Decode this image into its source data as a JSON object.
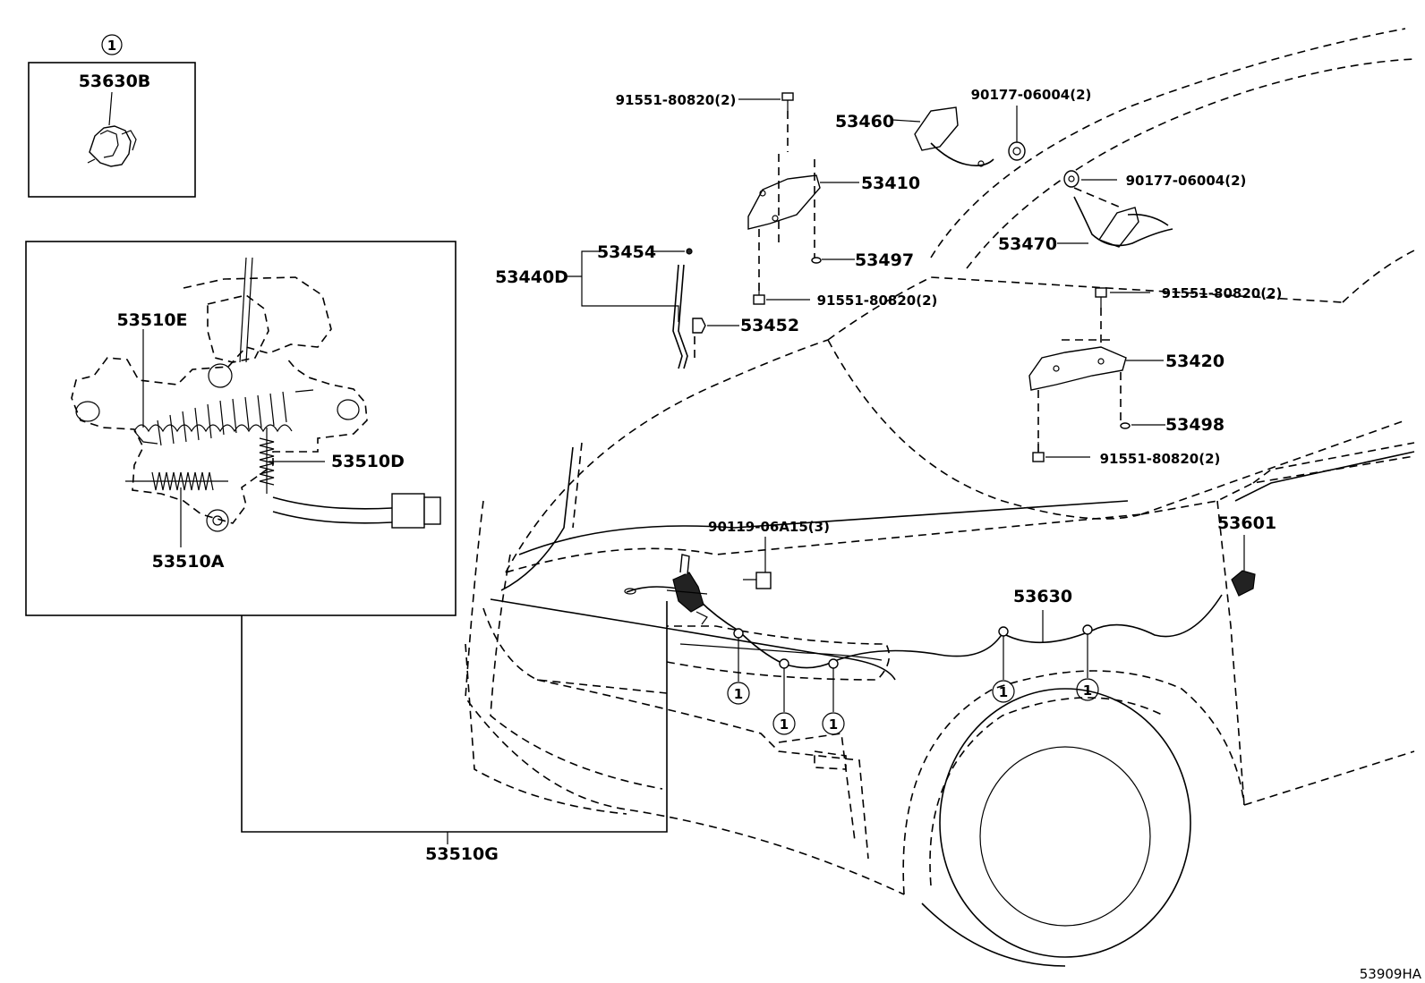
{
  "callout_symbol": "1",
  "inset_clip": {
    "circle": "1",
    "label": "53630B"
  },
  "inset_lock": {
    "label_e": "53510E",
    "label_d": "53510D",
    "label_a": "53510A"
  },
  "labels": {
    "p53510G": "53510G",
    "bolt_hood_top": "91551-80820(2)",
    "p53460": "53460",
    "nut_53460": "90177-06004(2)",
    "p53410": "53410",
    "nut_right": "90177-06004(2)",
    "p53454": "53454",
    "p53440D": "53440D",
    "p53497": "53497",
    "p53470": "53470",
    "bolt_53410_low": "91551-80820(2)",
    "bolt_53420_top": "91551-80820(2)",
    "p53452": "53452",
    "p53420": "53420",
    "p53498": "53498",
    "bolt_53420_low": "91551-80820(2)",
    "screw": "90119-06A15(3)",
    "p53601": "53601",
    "p53630": "53630"
  },
  "diagram_code": "53909HA"
}
